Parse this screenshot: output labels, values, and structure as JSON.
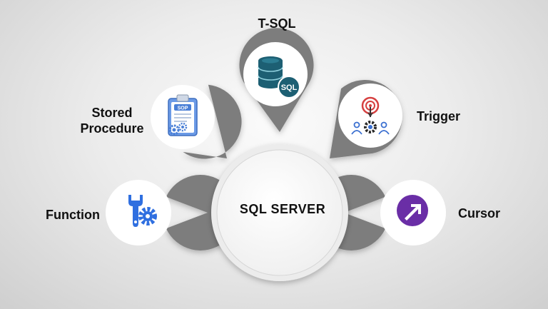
{
  "diagram": {
    "center": {
      "label": "SQL SERVER"
    },
    "nodes": [
      {
        "label": "T-SQL",
        "icon": "database-sql-icon"
      },
      {
        "label": "Stored\nProcedure",
        "icon": "sop-clipboard-icon"
      },
      {
        "label": "Trigger",
        "icon": "target-people-gear-icon"
      },
      {
        "label": "Function",
        "icon": "wrench-gear-icon"
      },
      {
        "label": "Cursor",
        "icon": "cursor-arrow-icon"
      }
    ],
    "icon_text": {
      "sop": "SOP",
      "sql": "SQL"
    },
    "colors": {
      "ring_gray": "#7d7d7d",
      "bubble_fill": "#ffffff",
      "db_teal": "#1d5f73",
      "sop_blue": "#4a7fd6",
      "trigger_red": "#d64040",
      "function_blue": "#2f6fe0",
      "cursor_purple": "#6a2ea6"
    }
  }
}
